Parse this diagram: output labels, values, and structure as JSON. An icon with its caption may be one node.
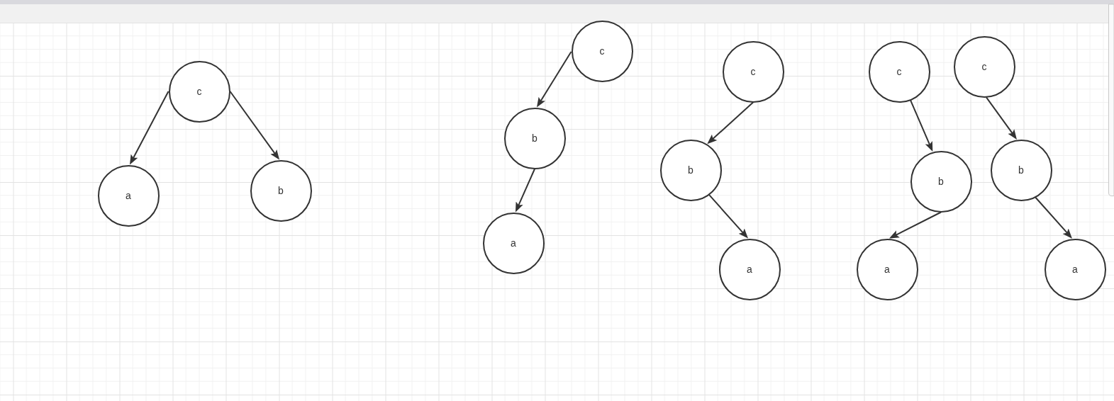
{
  "diagram": {
    "nodes": [
      {
        "text": [
          "c"
        ]
      },
      {
        "text": [
          "a"
        ]
      },
      {
        "text": [
          "b"
        ]
      },
      {
        "text": [
          "c"
        ]
      },
      {
        "text": [
          "b"
        ]
      },
      {
        "text": [
          "a"
        ]
      },
      {
        "text": [
          "c"
        ]
      },
      {
        "text": [
          "b"
        ]
      },
      {
        "text": [
          "a"
        ]
      },
      {
        "text": [
          "c"
        ]
      },
      {
        "text": [
          "b"
        ]
      },
      {
        "text": [
          "a"
        ]
      },
      {
        "text": [
          "c"
        ]
      },
      {
        "text": [
          "b"
        ]
      },
      {
        "text": [
          "a"
        ]
      }
    ],
    "edges": [
      {
        "from": 0,
        "to": 1,
        "arrow": "to"
      },
      {
        "from": 0,
        "to": 2,
        "arrow": "to"
      },
      {
        "from": 3,
        "to": 4,
        "arrow": "to"
      },
      {
        "from": 4,
        "to": 5,
        "arrow": "to"
      },
      {
        "from": 6,
        "to": 7,
        "arrow": "to"
      },
      {
        "from": 7,
        "to": 8,
        "arrow": "to"
      },
      {
        "from": 9,
        "to": 10,
        "arrow": "to"
      },
      {
        "from": 10,
        "to": 11,
        "arrow": "to"
      },
      {
        "from": 12,
        "to": 13,
        "arrow": "to"
      },
      {
        "from": 13,
        "to": 14,
        "arrow": "to"
      }
    ]
  }
}
